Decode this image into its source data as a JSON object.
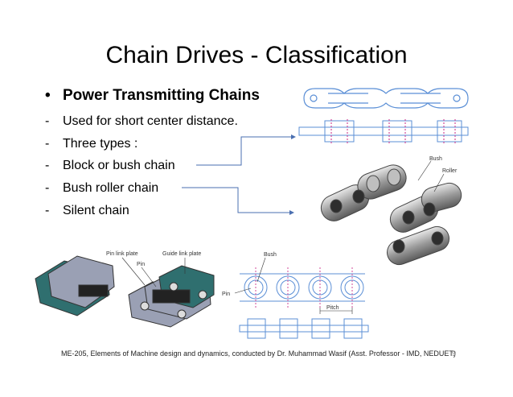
{
  "slide": {
    "title": "Chain Drives - Classification",
    "bullet": "Power Transmitting Chains",
    "items": [
      "Used for short center distance.",
      "Three types :",
      "Block or bush chain",
      "Bush roller chain",
      "Silent chain"
    ],
    "footer": "ME-205, Elements of Machine design and dynamics, conducted by Dr. Muhammad Wasif (Asst. Professor - IMD, NEDUET)",
    "page_number": "9"
  },
  "figure_labels": {
    "bush_top": "Bush",
    "roller": "Roller",
    "pin_link_plate": "Pin link plate",
    "pin": "Pin",
    "guide_link_plate": "Guide link plate",
    "bush_drawing": "Bush",
    "pin_drawing": "Pin",
    "pitch": "Pitch"
  }
}
